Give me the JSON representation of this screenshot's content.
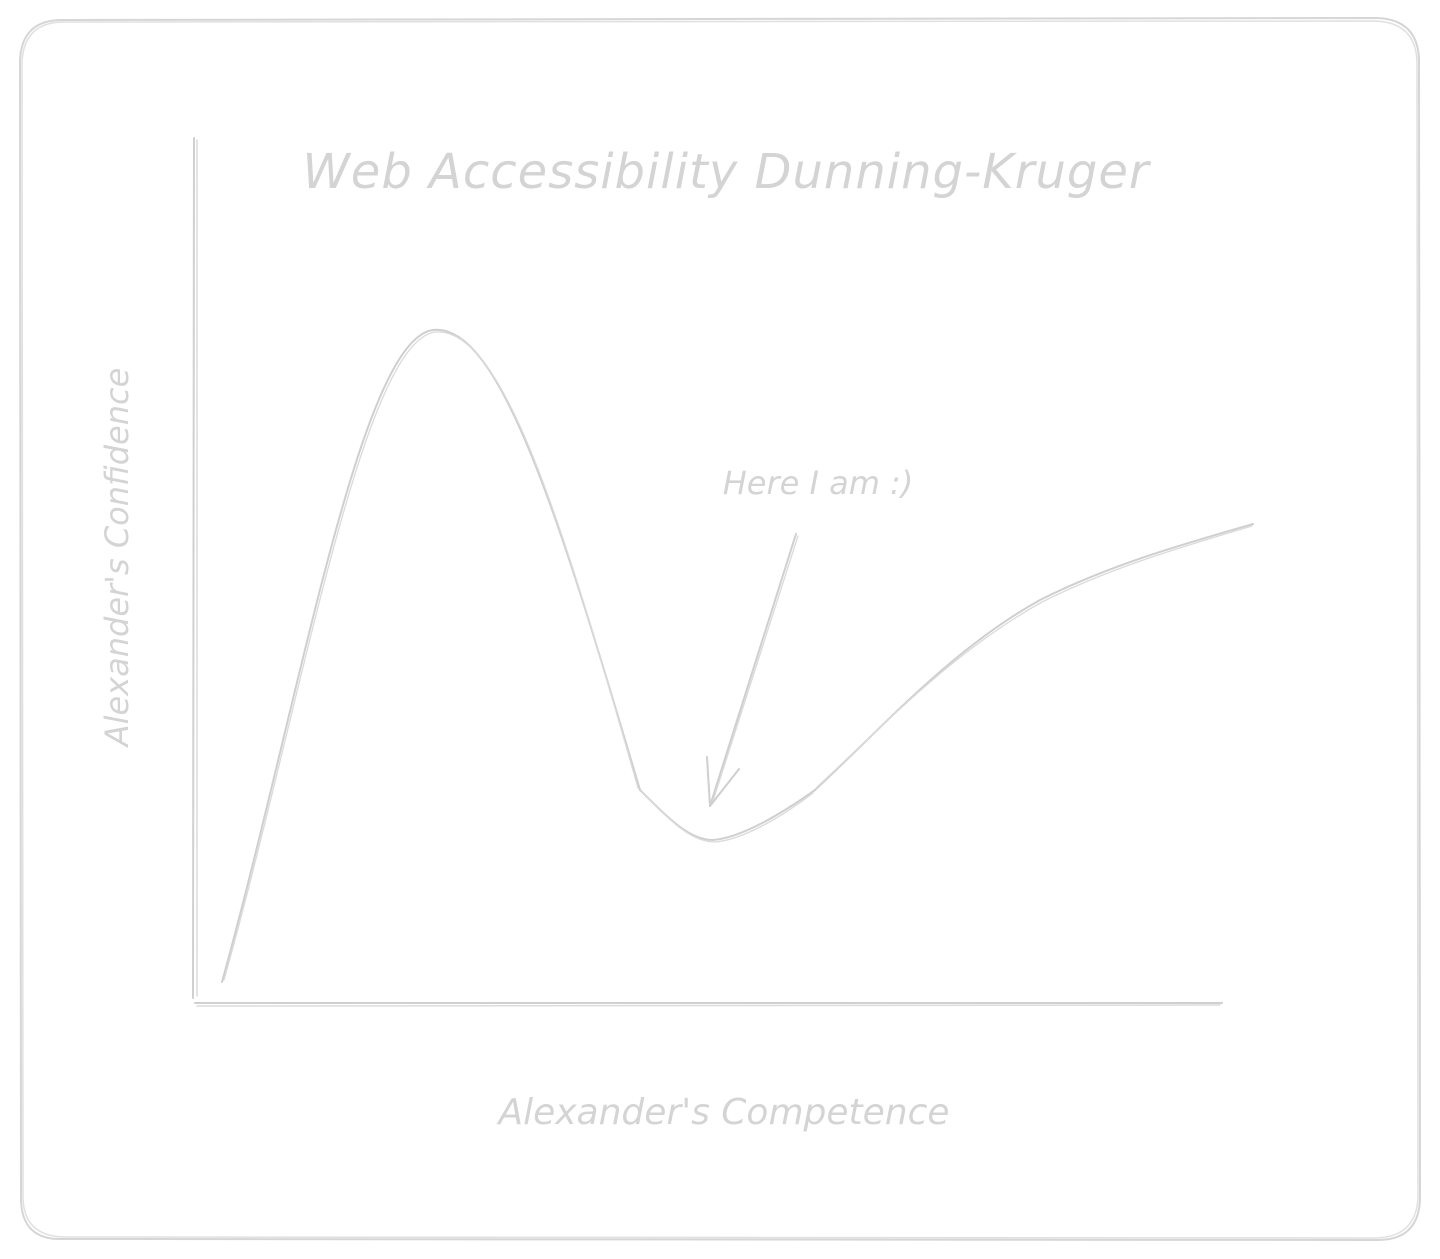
{
  "diagram": {
    "title": "Web Accessibility Dunning-Kruger",
    "y_axis_label": "Alexander's Confidence",
    "x_axis_label": "Alexander's Competence",
    "annotation": "Here I am :)",
    "colors": {
      "stroke": "#d0d0d0",
      "text": "#d4d4d4",
      "background": "#ffffff"
    }
  }
}
